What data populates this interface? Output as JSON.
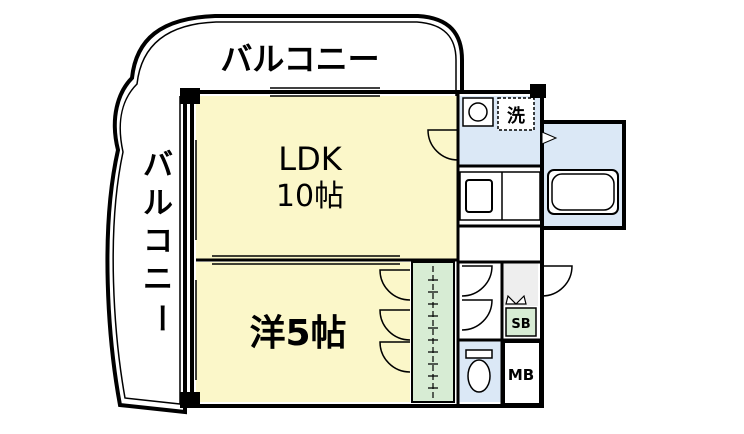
{
  "floorplan": {
    "balcony_top_label": "バルコニー",
    "balcony_left_label": [
      "バ",
      "ル",
      "コ",
      "ニ",
      "ー"
    ],
    "ldk_label": "LDK",
    "ldk_size": "10帖",
    "western_room_label": "洋5帖",
    "washer_label": "洗",
    "shoe_box_label": "SB",
    "meter_box_label": "MB"
  },
  "colors": {
    "room_fill": "#fbf7c9",
    "wet_area_fill": "#dbe8f6",
    "closet_fill": "#d7ecd4",
    "wall": "#000000",
    "background": "#ffffff"
  }
}
